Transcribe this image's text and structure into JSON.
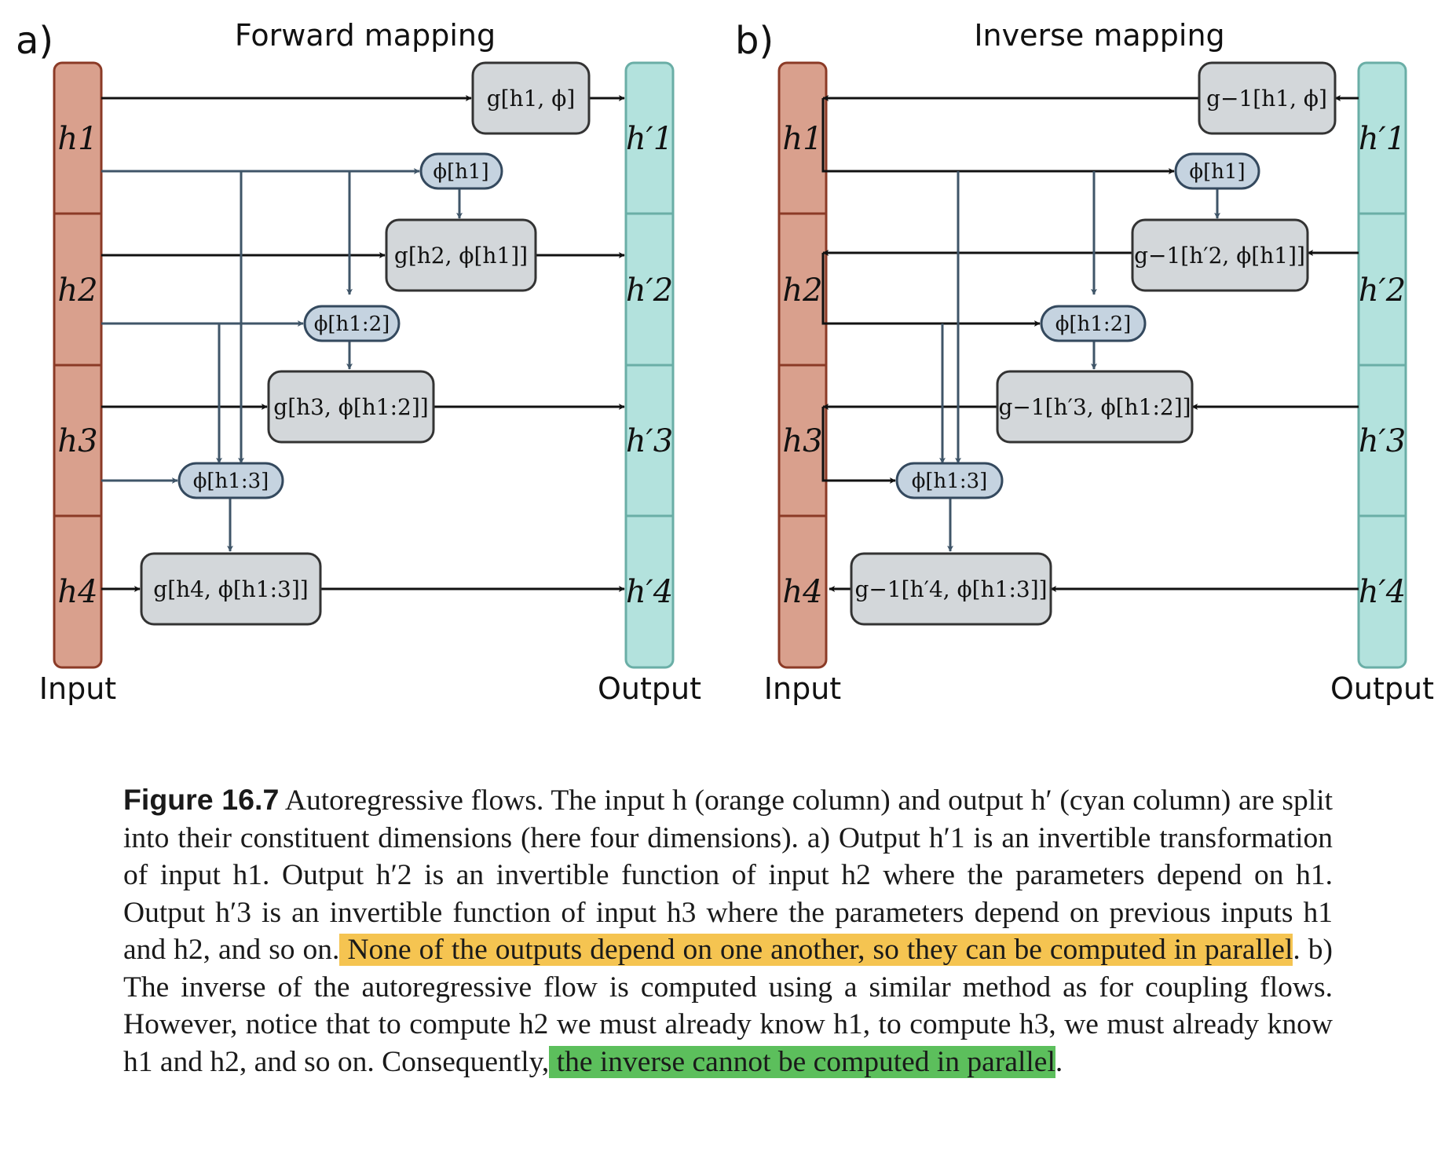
{
  "panel_a": {
    "letter": "a)",
    "title": "Forward mapping",
    "input_label": "Input",
    "output_label": "Output",
    "input_cells": [
      "h1",
      "h2",
      "h3",
      "h4"
    ],
    "output_cells": [
      "h′1",
      "h′2",
      "h′3",
      "h′4"
    ],
    "transform_boxes": [
      "g[h1, ϕ]",
      "g[h2, ϕ[h1]]",
      "g[h3, ϕ[h1:2]]",
      "g[h4, ϕ[h1:3]]"
    ],
    "param_boxes": [
      "ϕ[h1]",
      "ϕ[h1:2]",
      "ϕ[h1:3]"
    ]
  },
  "panel_b": {
    "letter": "b)",
    "title": "Inverse mapping",
    "input_label": "Input",
    "output_label": "Output",
    "input_cells": [
      "h1",
      "h2",
      "h3",
      "h4"
    ],
    "output_cells": [
      "h′1",
      "h′2",
      "h′3",
      "h′4"
    ],
    "transform_boxes": [
      "g−1[h1, ϕ]",
      "g−1[h′2, ϕ[h1]]",
      "g−1[h′3, ϕ[h1:2]]",
      "g−1[h′4, ϕ[h1:3]]"
    ],
    "param_boxes": [
      "ϕ[h1]",
      "ϕ[h1:2]",
      "ϕ[h1:3]"
    ]
  },
  "caption": {
    "label": "Figure 16.7",
    "part1": " Autoregressive flows. The input h (orange column) and output h′ (cyan column) are split into their constituent dimensions (here four dimensions). a) Output h′1 is an invertible transformation of input h1. Output h′2 is an invertible function of input h2 where the parameters depend on h1. Output h′3 is an invertible function of input h3 where the parameters depend on previous inputs h1 and h2, and so on.",
    "highlight1": " None of the outputs depend on one another, so they can be computed in parallel",
    "part2": ". b) The inverse of the autoregressive flow is computed using a similar method as for coupling flows. However, notice that to compute h2 we must already know h1, to compute h3, we must already know h1 and h2, and so on. Consequently,",
    "highlight2": " the inverse cannot be computed in parallel",
    "part3": "."
  },
  "colors": {
    "input_fill": "#d9a08d",
    "input_stroke": "#8b3a26",
    "output_fill": "#b3e2dd",
    "output_stroke": "#6aaea6",
    "transform_fill": "#d3d7da",
    "transform_stroke": "#333333",
    "param_fill": "#c5d3e0",
    "param_stroke": "#34495e",
    "param_arrow": "#3f5568",
    "highlight_yellow": "#f5c451",
    "highlight_green": "#5cbf5c"
  }
}
